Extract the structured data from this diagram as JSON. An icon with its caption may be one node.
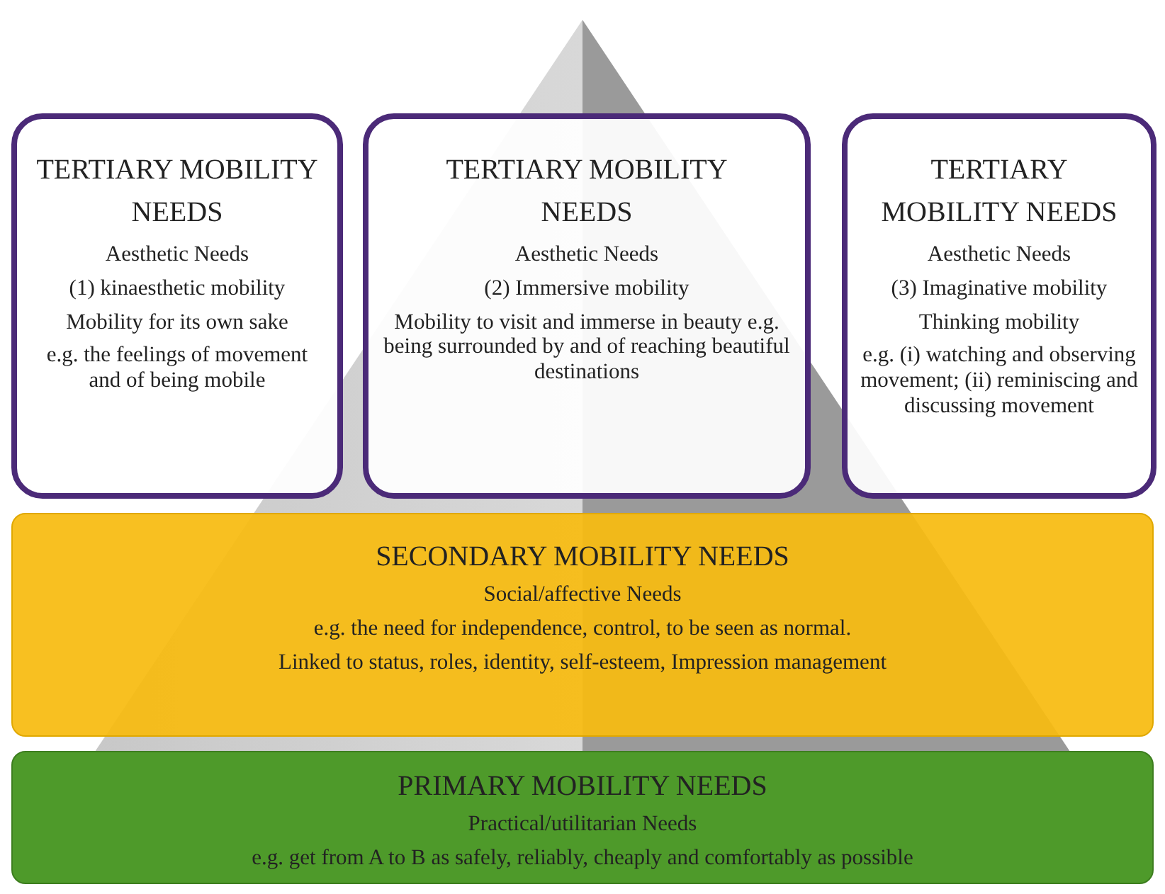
{
  "diagram": {
    "nodes": [
      {
        "text": [
          "TERTIARY MOBILITY NEEDS",
          "Aesthetic Needs",
          "(1) kinaesthetic mobility",
          "Mobility for its own sake",
          "e.g. the feelings of movement and of being mobile"
        ]
      },
      {
        "text": [
          "TERTIARY MOBILITY NEEDS",
          "Aesthetic Needs",
          "(2) Immersive mobility",
          "Mobility to visit and immerse in beauty e.g. being surrounded by and of reaching beautiful destinations"
        ]
      },
      {
        "text": [
          "TERTIARY MOBILITY NEEDS",
          "Aesthetic Needs",
          "(3) Imaginative mobility",
          "Thinking mobility",
          "e.g. (i) watching and observing movement; (ii) reminiscing and discussing movement"
        ]
      },
      {
        "text": [
          "SECONDARY MOBILITY NEEDS",
          "Social/affective Needs",
          "e.g. the need for independence, control, to be seen as normal.",
          "Linked to status, roles, identity, self-esteem, Impression management"
        ]
      },
      {
        "text": [
          "PRIMARY MOBILITY NEEDS",
          "Practical/utilitarian Needs",
          "e.g. get from A to B as safely, reliably, cheaply and comfortably as possible"
        ]
      }
    ]
  }
}
